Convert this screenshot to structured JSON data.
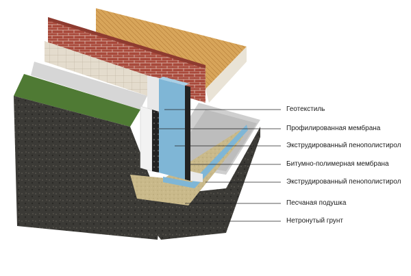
{
  "labels": {
    "geotextile": "Геотекстиль",
    "profiled_membrane": "Профилированная мембрана",
    "xps_outer": "Экструдированный пенополистирол",
    "bitumen_membrane": "Битумно-полимерная мембрана",
    "xps_under": "Экструдированный пенополистирол",
    "sand_cushion": "Песчаная подушка",
    "undisturbed_soil": "Нетронутый грунт"
  },
  "colors": {
    "soil": "#3b3a36",
    "grass": "#4f7a34",
    "brick": "#a8483a",
    "parquet": "#d8a55a",
    "xps": "#7fb6d6",
    "membrane": "#222222",
    "sand": "#c9b98a",
    "concrete": "#cfcfcf",
    "tile": "#e4dccd",
    "leader": "#222222"
  }
}
